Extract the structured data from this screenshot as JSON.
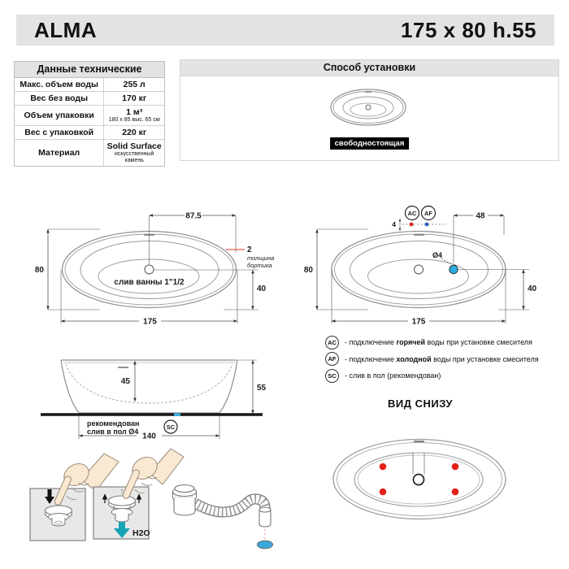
{
  "colors": {
    "accent_red": "#e32119",
    "accent_cyan": "#29abe2",
    "accent_teal": "#16a5b4",
    "header_gray": "#e3e3e3",
    "leader_red": "#e0301e",
    "dot_blue": "#2f5fc2"
  },
  "header": {
    "title": "ALMA",
    "size": "175 x 80 h.55"
  },
  "tech_table": {
    "title": "Данные технические",
    "rows": [
      {
        "label": "Макс. объем воды",
        "value": "255 л",
        "sub": ""
      },
      {
        "label": "Вес без воды",
        "value": "170 кг",
        "sub": ""
      },
      {
        "label": "Объем упаковки",
        "value": "1 м³",
        "sub": "180 x 85 выс. 65 см"
      },
      {
        "label": "Вес с упаковкой",
        "value": "220 кг",
        "sub": ""
      },
      {
        "label": "Материал",
        "value": "Solid Surface",
        "sub": "искусственный камень"
      }
    ]
  },
  "install": {
    "title": "Способ установки",
    "label": "свободностоящая"
  },
  "top_view_left": {
    "dim_top": "87.5",
    "dim_left": "80",
    "dim_right": "40",
    "dim_bottom": "175",
    "rim_value": "2",
    "rim_note_line1": "толщина",
    "rim_note_line2": "бортика",
    "drain_label": "слив ванны 1\"1/2"
  },
  "top_view_right": {
    "ac": "AC",
    "af": "AF",
    "dim_offset": "4",
    "dim_48": "48",
    "hole_dia": "Ø4",
    "dim_left": "80",
    "dim_right": "40",
    "dim_bottom": "175"
  },
  "legend": {
    "items": [
      {
        "code": "AC",
        "pre": "- подключение ",
        "bold": "горячей",
        "post": " воды при установке смесителя"
      },
      {
        "code": "AF",
        "pre": "- подключение ",
        "bold": "холодной",
        "post": " воды при установке смесителя"
      },
      {
        "code": "SC",
        "pre": "- слив в пол (рекомендован)",
        "bold": "",
        "post": ""
      }
    ]
  },
  "side_view": {
    "dim_inner": "45",
    "dim_outer": "55",
    "dim_bottom": "140",
    "note_line1": "рекомендован",
    "note_line2": "слив в пол Ø4",
    "sc": "SC"
  },
  "bottom_view": {
    "title": "ВИД СНИЗУ"
  },
  "instructions": {
    "h2o": "H2O"
  }
}
